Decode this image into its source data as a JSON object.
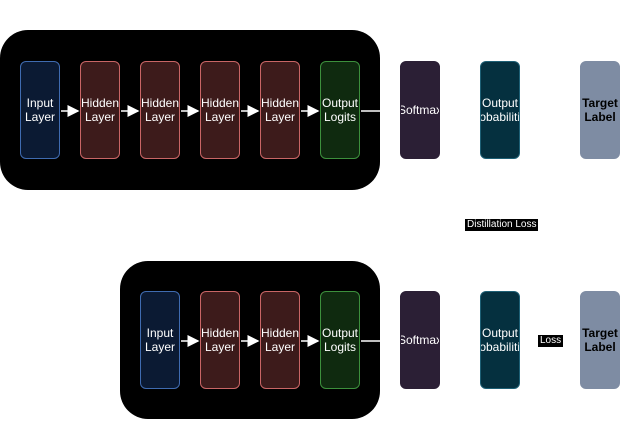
{
  "teacher": {
    "input": "Input\nLayer",
    "hidden": [
      "Hidden\nLayer",
      "Hidden\nLayer",
      "Hidden\nLayer",
      "Hidden\nLayer"
    ],
    "logits": "Output\nLogits",
    "softmax": "Softmax",
    "probabilities": "Output\nProbabilities",
    "target": "Target\nLabel"
  },
  "student": {
    "input": "Input\nLayer",
    "hidden": [
      "Hidden\nLayer",
      "Hidden\nLayer"
    ],
    "logits": "Output\nLogits",
    "softmax": "Softmax",
    "probabilities": "Output\nProbabilities",
    "target": "Target\nLabel"
  },
  "labels": {
    "distillation_loss": "Distillation Loss",
    "loss": "Loss"
  },
  "colors": {
    "panel": "#000000",
    "input": "#0b1a33",
    "hidden": "#3d1b1b",
    "logits": "#0f2a0f",
    "softmax": "#2b1f35",
    "probabilities": "#05303f",
    "target": "#7e8ca3"
  }
}
